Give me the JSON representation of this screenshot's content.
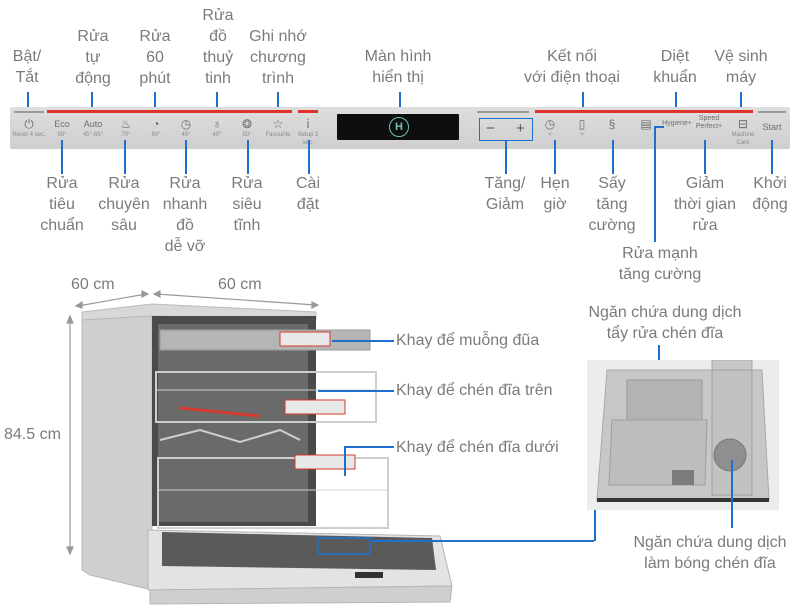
{
  "top_labels": {
    "power": "Bật/\nTắt",
    "auto_wash": "Rửa\ntự\nđộng",
    "wash_60min": "Rửa\n60\nphút",
    "glass_wash": "Rửa\nđồ\nthuỷ\ntinh",
    "favourite": "Ghi nhớ\nchương\ntrình",
    "display": "Màn hình\nhiển thị",
    "phone_connect": "Kết nối\nvới điện thoại",
    "hygiene": "Diệt\nkhuẩn",
    "machine_care": "Vệ sinh\nmáy"
  },
  "bottom_labels": {
    "eco": "Rửa\ntiêu\nchuẩn",
    "intensive": "Rửa\nchuyên\nsâu",
    "quick_delicate": "Rửa\nnhanh\nđồ\ndễ vỡ",
    "silence": "Rửa\nsiêu\ntĩnh",
    "settings": "Cài\nđặt",
    "plus_minus": "Tăng/\nGiảm",
    "timer": "Hẹn\ngiờ",
    "extra_dry": "Sấy\ntăng\ncường",
    "intensive_zone": "Rửa mạnh\ntăng cường",
    "speed_perfect": "Giảm\nthời gian\nrửa",
    "start": "Khởi\nđộng"
  },
  "panel": {
    "power_sub": "Reset 4 sec.",
    "eco_label": "Eco",
    "eco_temp": "50°",
    "auto_label": "Auto",
    "auto_temp": "45°-65°",
    "intensive_temp": "70°",
    "p60_temp": "60°",
    "delicate_temp": "45°",
    "glass_temp": "40°",
    "silence_temp": "50°",
    "favourite_label": "Favourite",
    "setup_sub": "Setup 3 sec.",
    "minus": "−",
    "plus": "+",
    "timer_sub": "<",
    "remote_sub": ">",
    "hygiene_label": "Hygiene+",
    "speed_label": "Speed\nPerfect+",
    "machine_care_sub": "Machine Care",
    "start_label": "Start",
    "display_logo": "H"
  },
  "dimensions": {
    "depth": "60 cm",
    "width": "60 cm",
    "height": "84.5 cm"
  },
  "parts": {
    "cutlery_tray": "Khay để muỗng đũa",
    "upper_rack": "Khay để chén đĩa trên",
    "lower_rack": "Khay để chén đĩa dưới",
    "detergent": "Ngăn chứa dung dịch\ntẩy rửa chén đĩa",
    "rinse_aid": "Ngăn chứa dung dịch\nlàm bóng chén đĩa"
  },
  "colors": {
    "accent_blue": "#1f6fcf",
    "panel_red": "#e0322b",
    "label_grey": "#7b7b7b"
  }
}
